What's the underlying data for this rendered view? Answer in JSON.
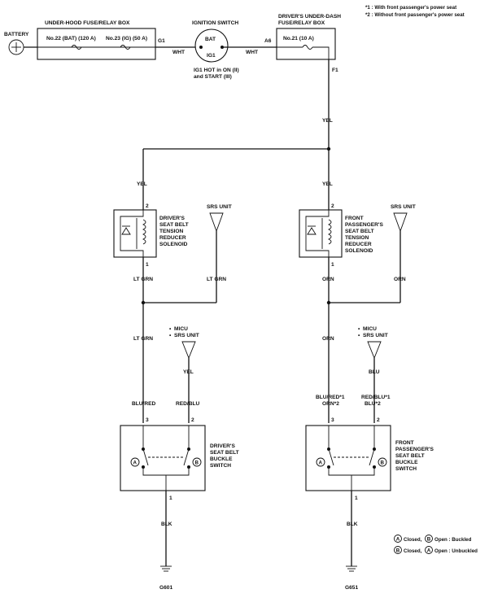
{
  "notes": {
    "note1": "*1 : With front passenger's power seat",
    "note2": "*2 : Without front passenger's power seat"
  },
  "battery": {
    "label": "BATTERY"
  },
  "underhood_box": {
    "title": "UNDER-HOOD FUSE/RELAY BOX",
    "fuse_bat": "No.22 (BAT) (120 A)",
    "fuse_ig": "No.23 (IG) (50 A)",
    "connector": "G1"
  },
  "ignition_switch": {
    "title": "IGNITION SWITCH",
    "bat": "BAT",
    "ig1": "IG1",
    "note_line1": "IG1 HOT in ON (II)",
    "note_line2": "and START (III)"
  },
  "dash_box": {
    "title_line1": "DRIVER'S UNDER-DASH",
    "title_line2": "FUSE/RELAY BOX",
    "fuse": "No.21 (10 A)",
    "connector_in": "A6",
    "connector_out": "F1"
  },
  "wires": {
    "wht": "WHT",
    "yel": "YEL",
    "lt_grn": "LT GRN",
    "orn": "ORN",
    "blu": "BLU",
    "blk": "BLK",
    "blu_red": "BLU/RED",
    "red_blu": "RED/BLU",
    "blu_red_1": "BLU/RED*1",
    "orn_2": "ORN*2",
    "red_blu_1": "RED/BLU*1",
    "blu_2": "BLU*2"
  },
  "pins": {
    "p1": "1",
    "p2": "2",
    "p3": "3"
  },
  "driver_solenoid": [
    "DRIVER'S",
    "SEAT BELT",
    "TENSION",
    "REDUCER",
    "SOLENOID"
  ],
  "passenger_solenoid": [
    "FRONT",
    "PASSENGER'S",
    "SEAT BELT",
    "TENSION",
    "REDUCER",
    "SOLENOID"
  ],
  "srs_unit": "SRS UNIT",
  "micu": [
    "MICU",
    "SRS UNIT"
  ],
  "driver_buckle": [
    "DRIVER'S",
    "SEAT BELT",
    "BUCKLE",
    "SWITCH"
  ],
  "passenger_buckle": [
    "FRONT",
    "PASSENGER'S",
    "SEAT BELT",
    "BUCKLE",
    "SWITCH"
  ],
  "contacts": {
    "a": "A",
    "b": "B"
  },
  "grounds": {
    "left": "G601",
    "right": "G651"
  },
  "legend": {
    "row1_a": "Closed,",
    "row1_b": "Open : Buckled",
    "row2_a": "Closed,",
    "row2_b": "Open : Unbuckled"
  },
  "colors": {
    "ink": "#111111",
    "background": "#ffffff"
  }
}
